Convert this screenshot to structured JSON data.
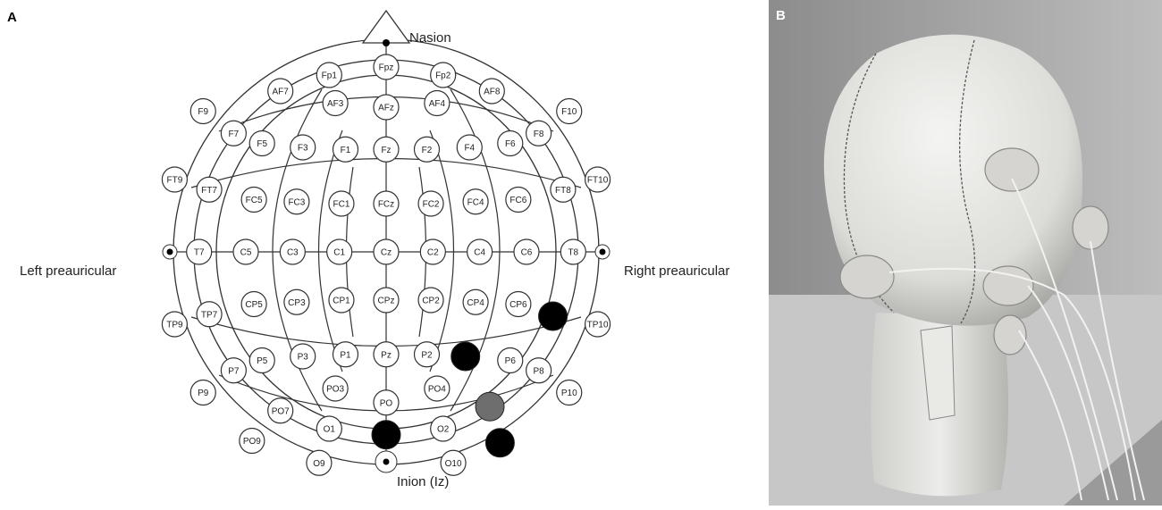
{
  "panels": {
    "a_label": "A",
    "b_label": "B"
  },
  "landmarks": {
    "nasion": "Nasion",
    "inion": "Inion (Iz)",
    "left": "Left preauricular",
    "right": "Right preauricular"
  },
  "colors": {
    "active": "#000000",
    "reference": "#6e6e6e",
    "line": "#333333"
  },
  "electrodes": [
    {
      "id": "Fpz",
      "col": 0,
      "row": -4.6
    },
    {
      "id": "Fp1",
      "col": -1.4,
      "row": -4.4
    },
    {
      "id": "Fp2",
      "col": 1.4,
      "row": -4.4
    },
    {
      "id": "AF7",
      "col": -2.6,
      "row": -4.0
    },
    {
      "id": "AF8",
      "col": 2.6,
      "row": -4.0
    },
    {
      "id": "AF3",
      "col": -1.25,
      "row": -3.7
    },
    {
      "id": "AFz",
      "col": 0,
      "row": -3.6
    },
    {
      "id": "AF4",
      "col": 1.25,
      "row": -3.7
    },
    {
      "id": "F9",
      "col": -4.5,
      "row": -3.5
    },
    {
      "id": "F10",
      "col": 4.5,
      "row": -3.5
    },
    {
      "id": "F7",
      "col": -3.75,
      "row": -2.95
    },
    {
      "id": "F5",
      "col": -3.05,
      "row": -2.7
    },
    {
      "id": "F3",
      "col": -2.05,
      "row": -2.6
    },
    {
      "id": "F1",
      "col": -1.0,
      "row": -2.55
    },
    {
      "id": "Fz",
      "col": 0,
      "row": -2.55
    },
    {
      "id": "F2",
      "col": 1.0,
      "row": -2.55
    },
    {
      "id": "F4",
      "col": 2.05,
      "row": -2.6
    },
    {
      "id": "F6",
      "col": 3.05,
      "row": -2.7
    },
    {
      "id": "F8",
      "col": 3.75,
      "row": -2.95
    },
    {
      "id": "FT9",
      "col": -5.2,
      "row": -1.8
    },
    {
      "id": "FT7",
      "col": -4.35,
      "row": -1.55
    },
    {
      "id": "FC5",
      "col": -3.25,
      "row": -1.3
    },
    {
      "id": "FC3",
      "col": -2.2,
      "row": -1.25
    },
    {
      "id": "FC1",
      "col": -1.1,
      "row": -1.2
    },
    {
      "id": "FCz",
      "col": 0,
      "row": -1.2
    },
    {
      "id": "FC2",
      "col": 1.1,
      "row": -1.2
    },
    {
      "id": "FC4",
      "col": 2.2,
      "row": -1.25
    },
    {
      "id": "FC6",
      "col": 3.25,
      "row": -1.3
    },
    {
      "id": "FT8",
      "col": 4.35,
      "row": -1.55
    },
    {
      "id": "FT10",
      "col": 5.2,
      "row": -1.8
    },
    {
      "id": "T7",
      "col": -4.6,
      "row": 0
    },
    {
      "id": "C5",
      "col": -3.45,
      "row": 0
    },
    {
      "id": "C3",
      "col": -2.3,
      "row": 0
    },
    {
      "id": "C1",
      "col": -1.15,
      "row": 0
    },
    {
      "id": "Cz",
      "col": 0,
      "row": 0
    },
    {
      "id": "C2",
      "col": 1.15,
      "row": 0
    },
    {
      "id": "C4",
      "col": 2.3,
      "row": 0
    },
    {
      "id": "C6",
      "col": 3.45,
      "row": 0
    },
    {
      "id": "T8",
      "col": 4.6,
      "row": 0
    },
    {
      "id": "TP9",
      "col": -5.2,
      "row": 1.8
    },
    {
      "id": "TP7",
      "col": -4.35,
      "row": 1.55
    },
    {
      "id": "CP5",
      "col": -3.25,
      "row": 1.3
    },
    {
      "id": "CP3",
      "col": -2.2,
      "row": 1.25
    },
    {
      "id": "CP1",
      "col": -1.1,
      "row": 1.2
    },
    {
      "id": "CPz",
      "col": 0,
      "row": 1.2
    },
    {
      "id": "CP2",
      "col": 1.1,
      "row": 1.2
    },
    {
      "id": "CP4",
      "col": 2.2,
      "row": 1.25
    },
    {
      "id": "CP6",
      "col": 3.25,
      "row": 1.3
    },
    {
      "id": "TP10",
      "col": 5.2,
      "row": 1.8
    },
    {
      "id": "P7",
      "col": -3.75,
      "row": 2.95
    },
    {
      "id": "P5",
      "col": -3.05,
      "row": 2.7
    },
    {
      "id": "P3",
      "col": -2.05,
      "row": 2.6
    },
    {
      "id": "P1",
      "col": -1.0,
      "row": 2.55
    },
    {
      "id": "Pz",
      "col": 0,
      "row": 2.55
    },
    {
      "id": "P2",
      "col": 1.0,
      "row": 2.55
    },
    {
      "id": "P6",
      "col": 3.05,
      "row": 2.7
    },
    {
      "id": "P8",
      "col": 3.75,
      "row": 2.95
    },
    {
      "id": "P9",
      "col": -4.5,
      "row": 3.5
    },
    {
      "id": "P10",
      "col": 4.5,
      "row": 3.5
    },
    {
      "id": "PO3",
      "col": -1.25,
      "row": 3.4
    },
    {
      "id": "PO4",
      "col": 1.25,
      "row": 3.4
    },
    {
      "id": "PO7",
      "col": -2.6,
      "row": 3.95
    },
    {
      "id": "PO",
      "col": 0,
      "row": 3.75
    },
    {
      "id": "PO9",
      "col": -3.3,
      "row": 4.7
    },
    {
      "id": "O1",
      "col": -1.4,
      "row": 4.4
    },
    {
      "id": "O2",
      "col": 1.4,
      "row": 4.4
    },
    {
      "id": "O9",
      "col": -1.65,
      "row": 5.25
    },
    {
      "id": "O10",
      "col": 1.65,
      "row": 5.25
    }
  ],
  "filled": [
    {
      "pos": "P4",
      "col": 1.95,
      "row": 2.6,
      "color": "active"
    },
    {
      "pos": "CP6",
      "col": 4.1,
      "row": 1.6,
      "color": "active"
    },
    {
      "pos": "Oz",
      "col": 0,
      "row": 4.55,
      "color": "active"
    },
    {
      "pos": "PO8",
      "col": 2.55,
      "row": 3.85,
      "color": "reference"
    },
    {
      "pos": "O10b",
      "col": 2.8,
      "row": 4.75,
      "color": "active"
    }
  ]
}
